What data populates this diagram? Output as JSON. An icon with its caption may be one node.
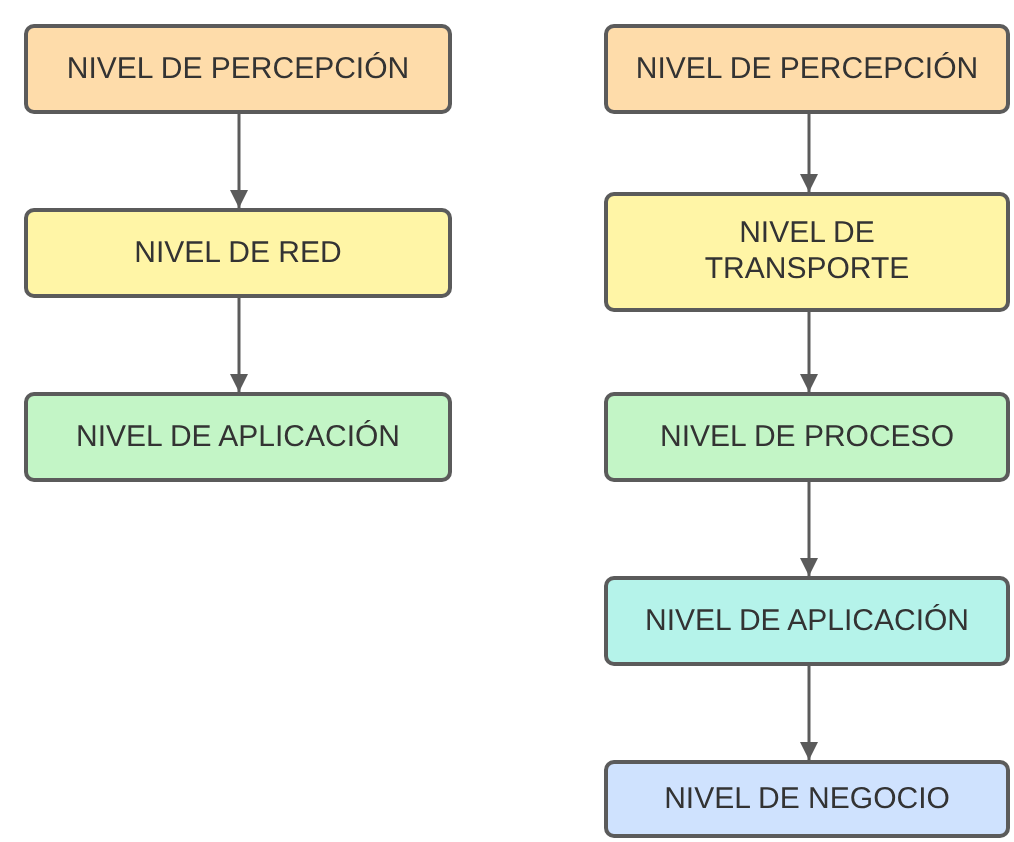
{
  "diagram": {
    "nodes": [
      {
        "text": [
          "NIVEL DE PERCEPCIÓN"
        ]
      },
      {
        "text": [
          "NIVEL DE RED"
        ]
      },
      {
        "text": [
          "NIVEL DE APLICACIÓN"
        ]
      },
      {
        "text": [
          "NIVEL DE PERCEPCIÓN"
        ]
      },
      {
        "text": [
          "NIVEL DE TRANSPORTE"
        ]
      },
      {
        "text": [
          "NIVEL DE PROCESO"
        ]
      },
      {
        "text": [
          "NIVEL DE APLICACIÓN"
        ]
      },
      {
        "text": [
          "NIVEL DE NEGOCIO"
        ]
      }
    ],
    "edges": [
      {
        "from": 0,
        "to": 1,
        "arrow": "to"
      },
      {
        "from": 1,
        "to": 2,
        "arrow": "to"
      },
      {
        "from": 3,
        "to": 4,
        "arrow": "to"
      },
      {
        "from": 4,
        "to": 5,
        "arrow": "to"
      },
      {
        "from": 5,
        "to": 6,
        "arrow": "to"
      },
      {
        "from": 6,
        "to": 7,
        "arrow": "to"
      }
    ]
  }
}
